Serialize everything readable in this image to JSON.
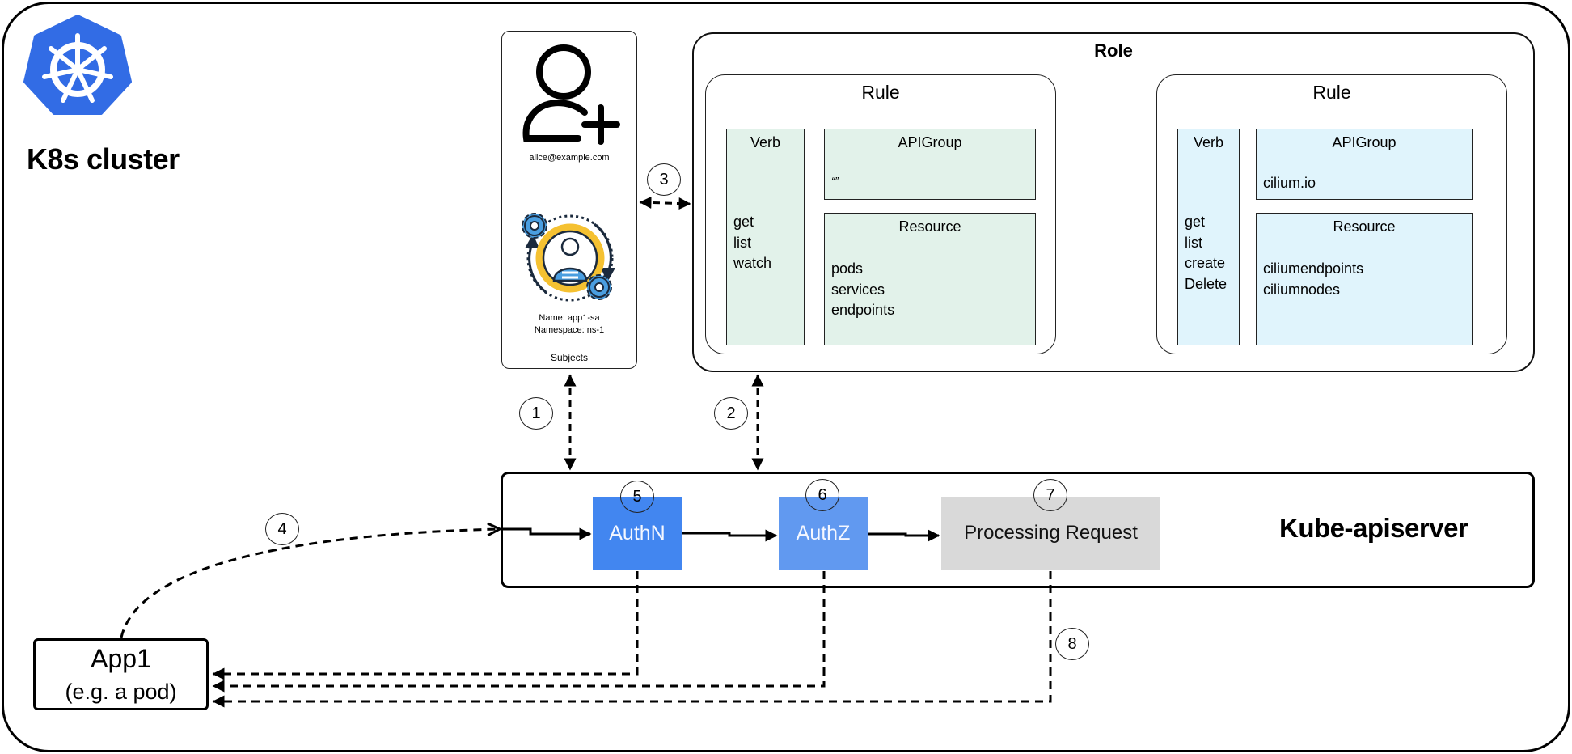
{
  "cluster": {
    "title": "K8s cluster",
    "logo_icon": "kubernetes-helm-icon",
    "logo_color": "#326ce5"
  },
  "subjects": {
    "user_icon": "add-user-icon",
    "user_email": "alice@example.com",
    "service_account_icon": "service-account-icon",
    "service_account_name": "Name: app1-sa",
    "service_account_namespace": "Namespace: ns-1",
    "label": "Subjects"
  },
  "role": {
    "title": "Role",
    "rules": [
      {
        "title": "Rule",
        "color": "#e2f2ea",
        "verb_title": "Verb",
        "verbs": [
          "get",
          "list",
          "watch"
        ],
        "apigroup_title": "APIGroup",
        "apigroups": [
          "“”"
        ],
        "resource_title": "Resource",
        "resources": [
          "pods",
          "services",
          "endpoints"
        ]
      },
      {
        "title": "Rule",
        "color": "#e0f4fc",
        "verb_title": "Verb",
        "verbs": [
          "get",
          "list",
          "create",
          "Delete"
        ],
        "apigroup_title": "APIGroup",
        "apigroups": [
          "cilium.io"
        ],
        "resource_title": "Resource",
        "resources": [
          "ciliumendpoints",
          "ciliumnodes"
        ]
      }
    ]
  },
  "apiserver": {
    "title": "Kube-apiserver",
    "stages": [
      {
        "label": "AuthN",
        "color": "#4286f0",
        "step": "5"
      },
      {
        "label": "AuthZ",
        "color": "#6199f0",
        "step": "6"
      },
      {
        "label": "Processing Request",
        "color": "#d9d9d9",
        "step": "7"
      }
    ]
  },
  "app": {
    "name": "App1",
    "subtitle": "(e.g. a pod)"
  },
  "steps": {
    "s1": "1",
    "s2": "2",
    "s3": "3",
    "s4": "4",
    "s5": "5",
    "s6": "6",
    "s7": "7",
    "s8": "8"
  }
}
